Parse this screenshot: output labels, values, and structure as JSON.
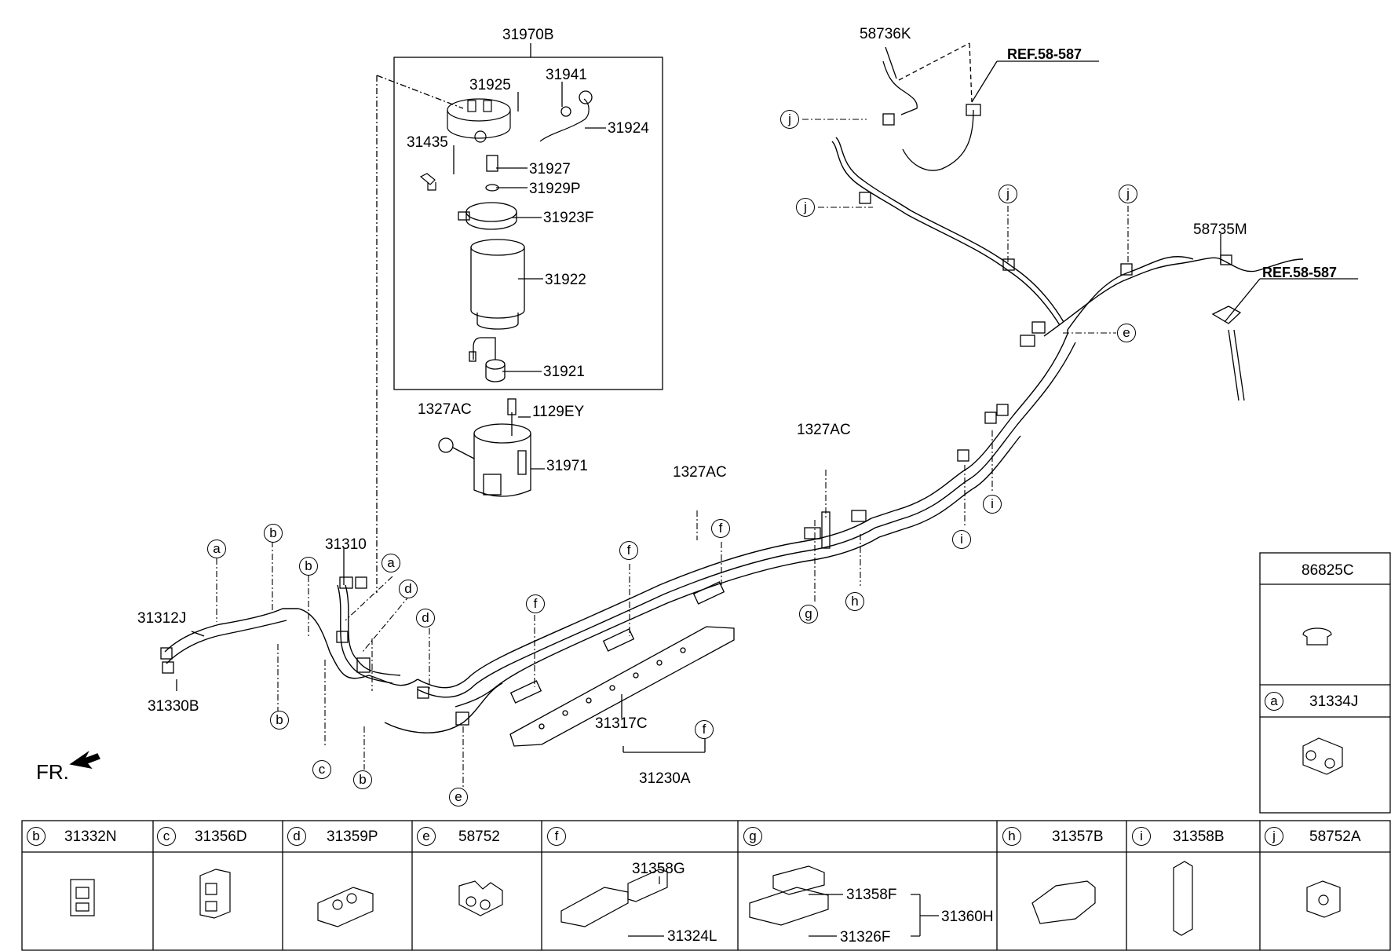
{
  "front_indicator": "FR.",
  "refs": [
    "REF.58-587",
    "REF.58-587"
  ],
  "filter_assembly": {
    "assembly": "31970B",
    "parts": [
      "31941",
      "31925",
      "31924",
      "31435",
      "31927",
      "31929P",
      "31923F",
      "31922",
      "31921"
    ]
  },
  "bracket_parts": [
    "1327AC",
    "1129EY",
    "31971"
  ],
  "main_labels": [
    "58736K",
    "58735M",
    "1327AC",
    "1327AC",
    "31310",
    "31312J",
    "31330B",
    "31317C",
    "31230A"
  ],
  "callouts": {
    "a": "a",
    "b": "b",
    "c": "c",
    "d": "d",
    "e": "e",
    "f": "f",
    "g": "g",
    "h": "h",
    "i": "i",
    "j": "j"
  },
  "legend_top": {
    "plain": "86825C",
    "a_part": "31334J"
  },
  "legend_bottom": [
    {
      "letter": "b",
      "part": "31332N"
    },
    {
      "letter": "c",
      "part": "31356D"
    },
    {
      "letter": "d",
      "part": "31359P"
    },
    {
      "letter": "e",
      "part": "58752"
    },
    {
      "letter": "f",
      "part": "",
      "sub": [
        "31358G",
        "31324L"
      ]
    },
    {
      "letter": "g",
      "part": "",
      "sub": [
        "31358F",
        "31326F",
        "31360H"
      ]
    },
    {
      "letter": "h",
      "part": "31357B"
    },
    {
      "letter": "i",
      "part": "31358B"
    },
    {
      "letter": "j",
      "part": "58752A"
    }
  ]
}
